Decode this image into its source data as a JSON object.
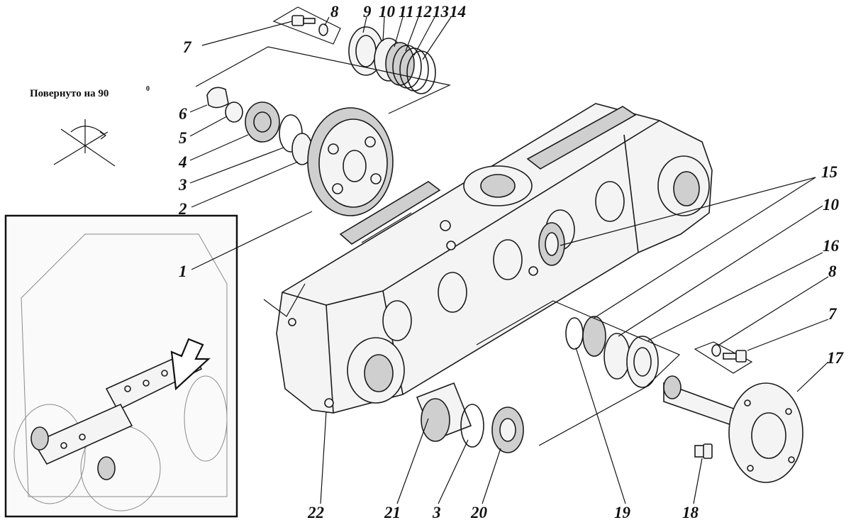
{
  "caption": {
    "text": "Повернуто на 90",
    "degree": "0"
  },
  "callouts": [
    {
      "id": "c-8-top",
      "label": "8"
    },
    {
      "id": "c-9",
      "label": "9"
    },
    {
      "id": "c-10-top",
      "label": "10"
    },
    {
      "id": "c-11",
      "label": "11"
    },
    {
      "id": "c-12",
      "label": "12"
    },
    {
      "id": "c-13",
      "label": "13"
    },
    {
      "id": "c-14",
      "label": "14"
    },
    {
      "id": "c-7-top",
      "label": "7"
    },
    {
      "id": "c-6",
      "label": "6"
    },
    {
      "id": "c-5",
      "label": "5"
    },
    {
      "id": "c-4",
      "label": "4"
    },
    {
      "id": "c-3-top",
      "label": "3"
    },
    {
      "id": "c-2",
      "label": "2"
    },
    {
      "id": "c-1",
      "label": "1"
    },
    {
      "id": "c-15",
      "label": "15"
    },
    {
      "id": "c-10-right",
      "label": "10"
    },
    {
      "id": "c-16",
      "label": "16"
    },
    {
      "id": "c-8-right",
      "label": "8"
    },
    {
      "id": "c-7-right",
      "label": "7"
    },
    {
      "id": "c-17",
      "label": "17"
    },
    {
      "id": "c-22",
      "label": "22"
    },
    {
      "id": "c-21",
      "label": "21"
    },
    {
      "id": "c-3-bottom",
      "label": "3"
    },
    {
      "id": "c-20",
      "label": "20"
    },
    {
      "id": "c-19",
      "label": "19"
    },
    {
      "id": "c-18",
      "label": "18"
    }
  ]
}
